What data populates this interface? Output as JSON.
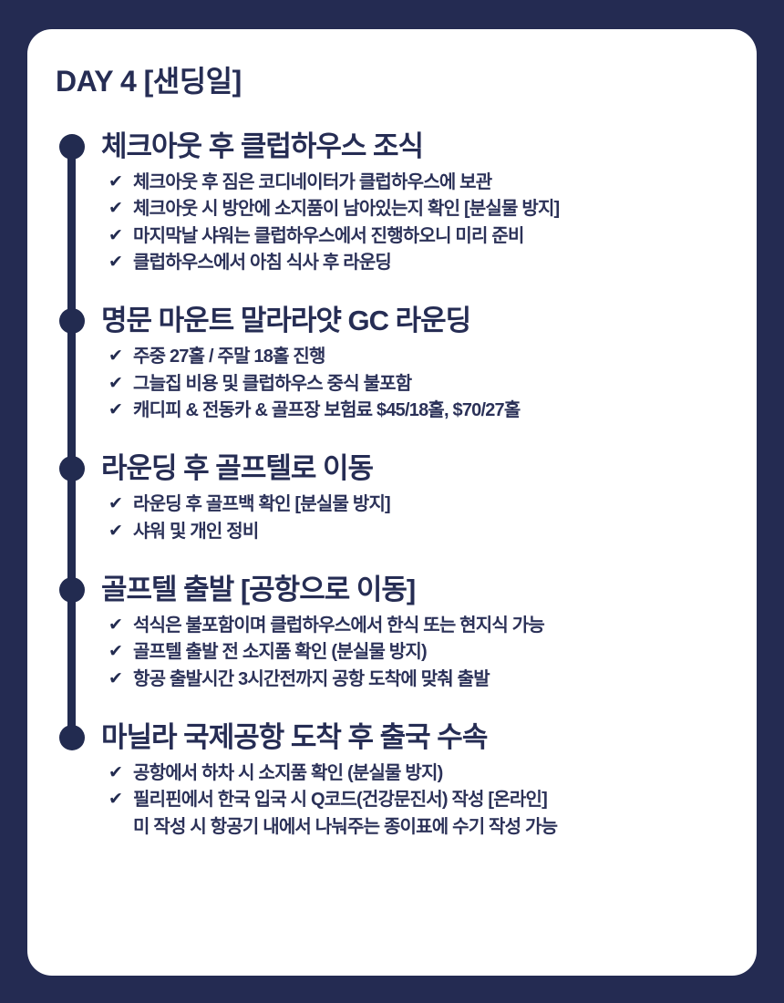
{
  "page": {
    "title": "DAY 4 [샌딩일]",
    "background_color": "#242b52",
    "card_color": "#ffffff",
    "accent_color": "#222b50",
    "text_color": "#262d54"
  },
  "icons": {
    "check": "✔"
  },
  "timeline": {
    "dot_count": 5
  },
  "sections": [
    {
      "heading": "체크아웃 후 클럽하우스 조식",
      "bullets": [
        {
          "text": "체크아웃 후 짐은 코디네이터가 클럽하우스에 보관"
        },
        {
          "text": "체크아웃 시 방안에 소지품이 남아있는지 확인 [분실물 방지]"
        },
        {
          "text": "마지막날 샤워는 클럽하우스에서 진행하오니 미리 준비"
        },
        {
          "text": "클럽하우스에서 아침 식사 후 라운딩"
        }
      ]
    },
    {
      "heading": "명문 마운트 말라라얏 GC 라운딩",
      "bullets": [
        {
          "text": "주중 27홀 / 주말 18홀 진행"
        },
        {
          "text": "그늘집 비용 및 클럽하우스 중식 불포함"
        },
        {
          "text": "캐디피 & 전동카 & 골프장 보험료 $45/18홀, $70/27홀"
        }
      ]
    },
    {
      "heading": "라운딩 후 골프텔로 이동",
      "bullets": [
        {
          "text": "라운딩 후 골프백 확인 [분실물 방지]"
        },
        {
          "text": "샤워 및 개인 정비"
        }
      ]
    },
    {
      "heading": "골프텔 출발 [공항으로 이동]",
      "bullets": [
        {
          "text": "석식은 불포함이며 클럽하우스에서 한식 또는 현지식 가능"
        },
        {
          "text": "골프텔 출발 전 소지품 확인 (분실물 방지)"
        },
        {
          "text": "항공 출발시간 3시간전까지 공항 도착에 맞춰 출발"
        }
      ]
    },
    {
      "heading": "마닐라 국제공항 도착 후 출국 수속",
      "bullets": [
        {
          "text": "공항에서 하차 시 소지품 확인 (분실물 방지)"
        },
        {
          "text": "필리핀에서 한국 입국 시 Q코드(건강문진서) 작성 [온라인]",
          "subline": "미 작성 시 항공기 내에서 나눠주는 종이표에 수기 작성 가능"
        }
      ]
    }
  ]
}
